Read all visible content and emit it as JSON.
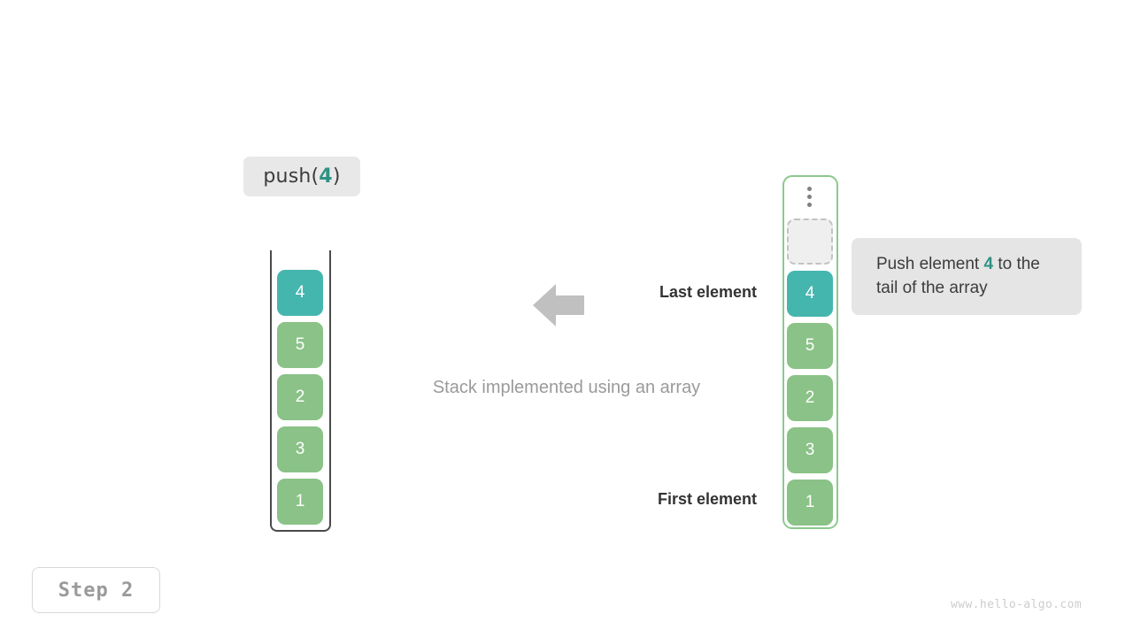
{
  "operation": {
    "prefix": "push(",
    "value": "4",
    "suffix": ")"
  },
  "stack": {
    "caption": "Stack implemented using an array",
    "last_element_label": "Last element",
    "first_element_label": "First element",
    "cells": [
      {
        "value": "4",
        "state": "top"
      },
      {
        "value": "5",
        "state": "normal"
      },
      {
        "value": "2",
        "state": "normal"
      },
      {
        "value": "3",
        "state": "normal"
      },
      {
        "value": "1",
        "state": "normal"
      }
    ]
  },
  "array": {
    "ellipsis": "vertical-ellipsis",
    "empty_slot_label": "",
    "cells": [
      {
        "value": "4",
        "state": "top"
      },
      {
        "value": "5",
        "state": "normal"
      },
      {
        "value": "2",
        "state": "normal"
      },
      {
        "value": "3",
        "state": "normal"
      },
      {
        "value": "1",
        "state": "normal"
      }
    ]
  },
  "tooltip": {
    "text_before": "Push element ",
    "accent": "4",
    "text_after": " to the tail of the array"
  },
  "step": {
    "label": "Step 2"
  },
  "watermark": {
    "text": "www.hello-algo.com"
  },
  "colors": {
    "accent_teal": "#2f9184",
    "cell_top": "#45b6ae",
    "cell_normal": "#8ac287",
    "array_border": "#8dc88d",
    "stack_border": "#4a4a4a",
    "chip_bg": "#e8e8e8",
    "tooltip_bg": "#e5e5e5",
    "arrow_gray": "#c0c0c0",
    "muted_text": "#9a9a9a"
  }
}
